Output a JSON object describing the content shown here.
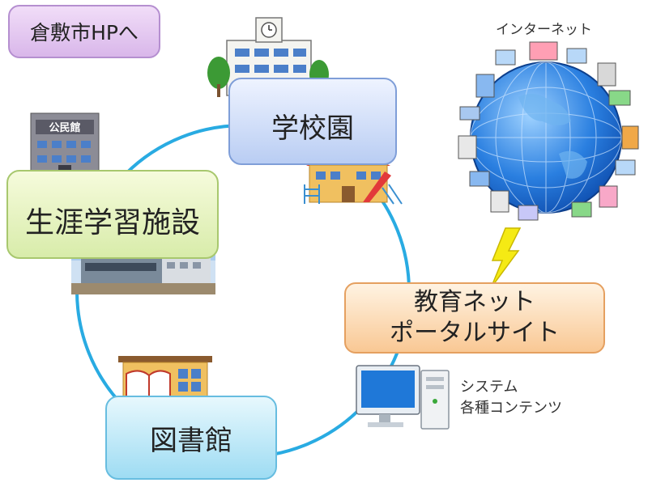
{
  "hp_link": {
    "label": "倉敷市HPへ"
  },
  "nodes": {
    "gakkouen": "学校園",
    "shogai": "生涯学習施設",
    "portal_line1": "教育ネット",
    "portal_line2": "ポータルサイト",
    "tosho": "図書館"
  },
  "building_sign": "公民館",
  "internet_label": "インターネット",
  "system_label_line1": "システム",
  "system_label_line2": "各種コンテンツ",
  "colors": {
    "ring": "#29abe2",
    "bolt": "#f5ea14"
  }
}
